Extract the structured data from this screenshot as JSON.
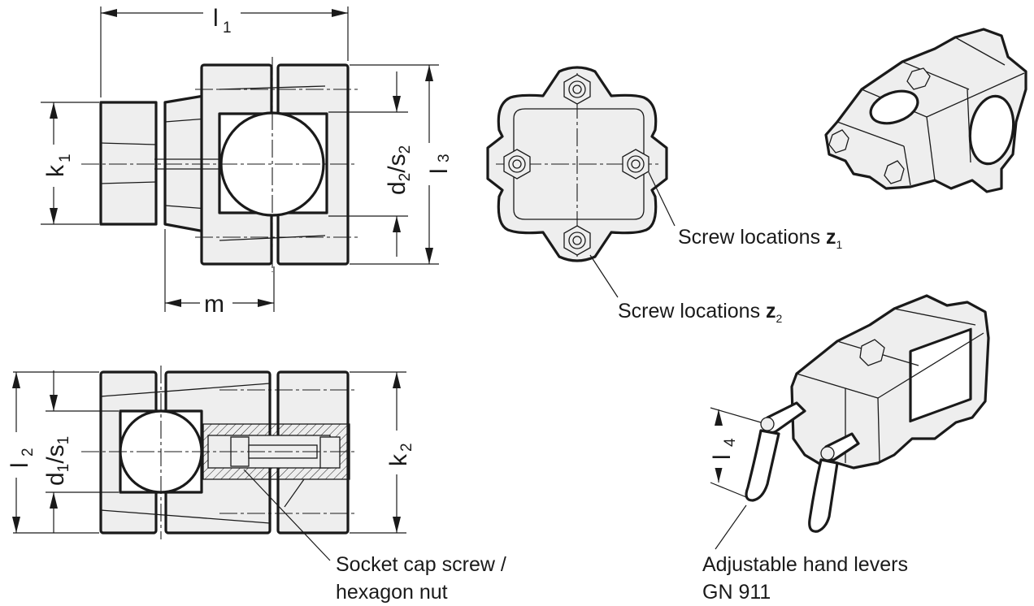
{
  "dimensions": {
    "l1": {
      "main": "l",
      "sub": "1"
    },
    "k1": {
      "main": "k",
      "sub": "1"
    },
    "d2s2": {
      "d": "d",
      "dsub": "2",
      "slash": "/s",
      "ssub": "2"
    },
    "l3": {
      "main": "l",
      "sub": "3"
    },
    "m": {
      "main": "m"
    },
    "l2": {
      "main": "l",
      "sub": "2"
    },
    "d1s1": {
      "d": "d",
      "dsub": "1",
      "slash": "/s",
      "ssub": "1"
    },
    "k2": {
      "main": "k",
      "sub": "2"
    },
    "l4": {
      "main": "l",
      "sub": "4"
    }
  },
  "callouts": {
    "screw_z1": {
      "text": "Screw locations ",
      "bold": "z",
      "sub": "1"
    },
    "screw_z2": {
      "text": "Screw locations ",
      "bold": "z",
      "sub": "2"
    },
    "socket_line1": "Socket cap screw /",
    "socket_line2": "hexagon nut",
    "levers_line1": "Adjustable hand levers",
    "levers_line2": "GN 911"
  }
}
